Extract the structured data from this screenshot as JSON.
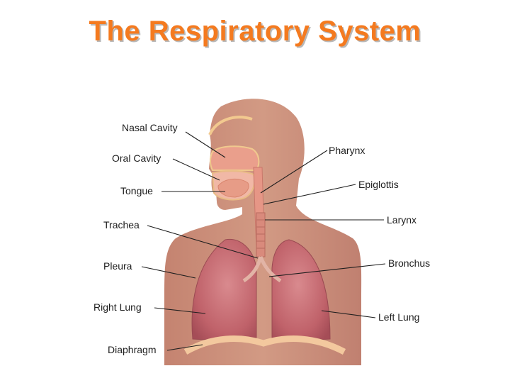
{
  "title": "The Respiratory System",
  "colors": {
    "title": "#f47a1f",
    "skin": "#c98a72",
    "lung": "#c4656c",
    "airway": "#e8a091",
    "diaphragm": "#f2c89e"
  },
  "labels": {
    "nasal_cavity": "Nasal Cavity",
    "oral_cavity": "Oral Cavity",
    "tongue": "Tongue",
    "trachea": "Trachea",
    "pleura": "Pleura",
    "right_lung": "Right Lung",
    "diaphragm": "Diaphragm",
    "pharynx": "Pharynx",
    "epiglottis": "Epiglottis",
    "larynx": "Larynx",
    "bronchus": "Bronchus",
    "left_lung": "Left Lung"
  }
}
